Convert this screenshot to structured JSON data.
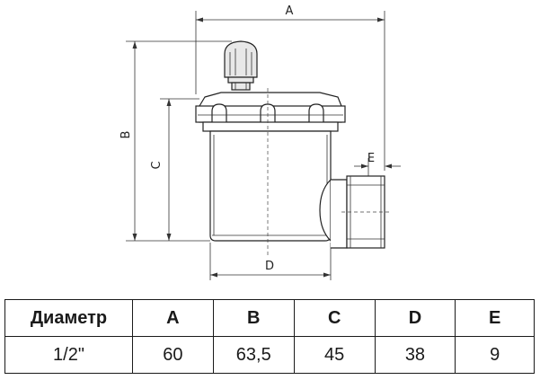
{
  "diagram": {
    "dimension_labels": {
      "a": "A",
      "b": "B",
      "c": "C",
      "d": "D",
      "e": "E"
    }
  },
  "table": {
    "headers": [
      "Диаметр",
      "A",
      "B",
      "C",
      "D",
      "E"
    ],
    "rows": [
      [
        "1/2\"",
        "60",
        "63,5",
        "45",
        "38",
        "9"
      ]
    ]
  }
}
